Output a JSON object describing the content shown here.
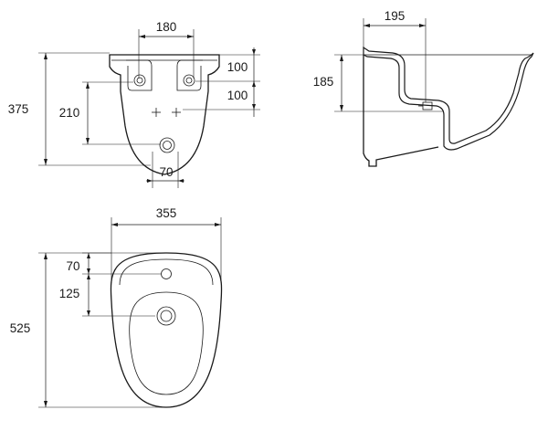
{
  "front_view": {
    "width_top": "180",
    "height_total": "375",
    "fixing_spacing": "210",
    "fixing_top_offset": "100",
    "fixing_bottom_offset": "100",
    "outlet_width": "70"
  },
  "side_view": {
    "depth": "195",
    "height": "185"
  },
  "top_view": {
    "width": "355",
    "length": "525",
    "tap_hole_offset": "70",
    "drain_offset": "125"
  }
}
